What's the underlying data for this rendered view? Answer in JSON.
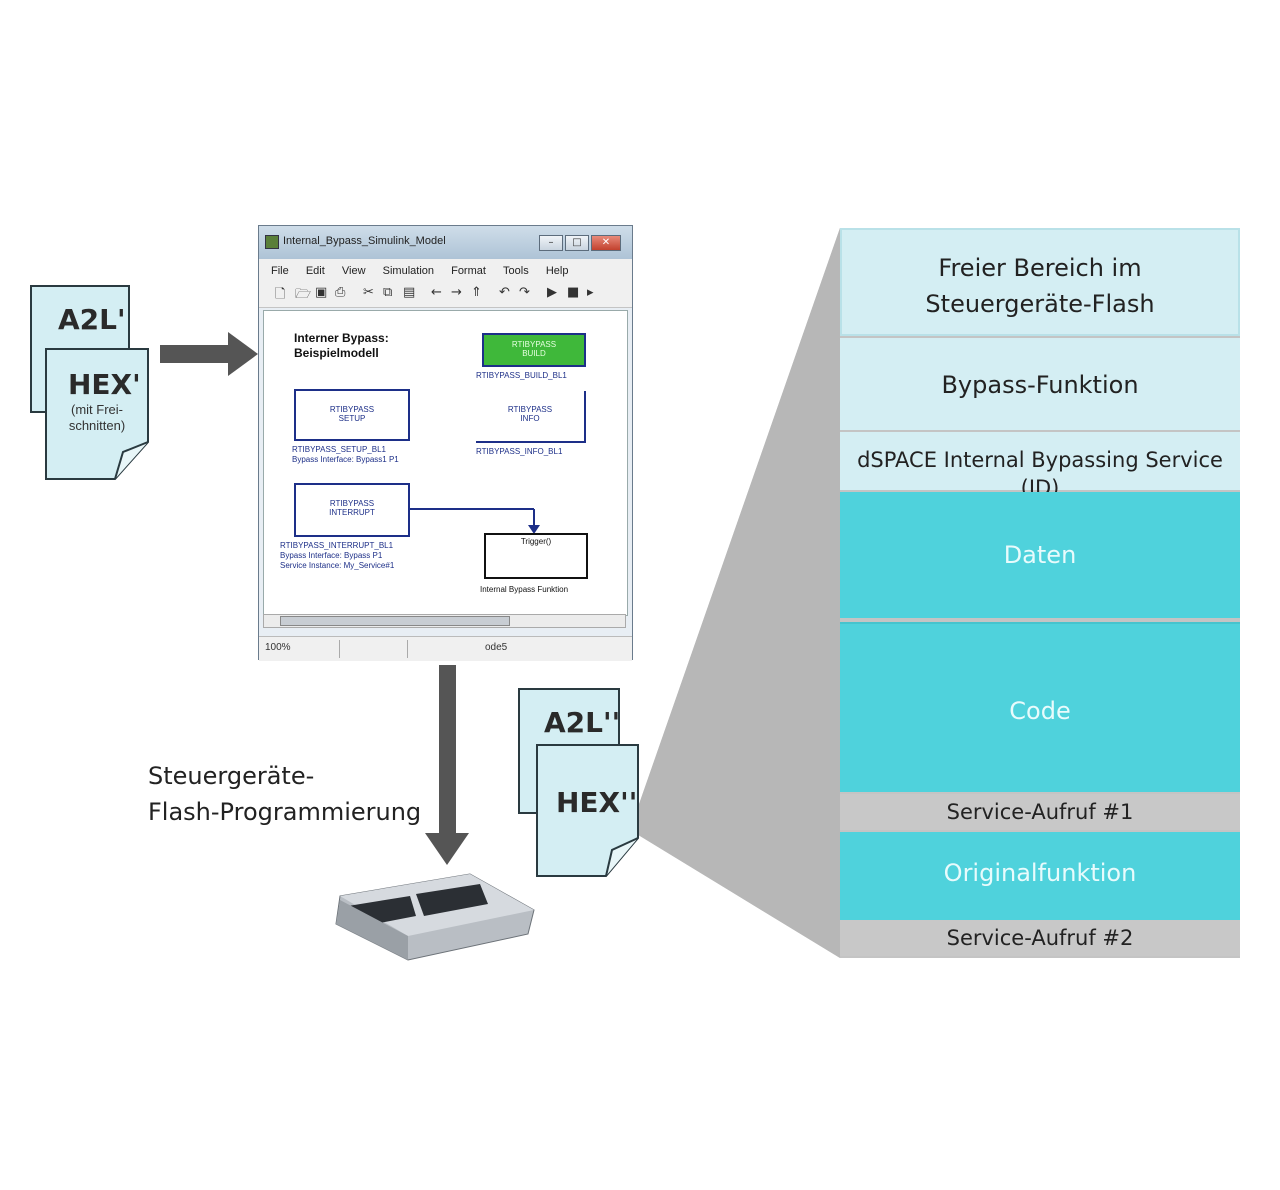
{
  "doc_left": {
    "a2l": "A2L'",
    "hex": "HEX'",
    "hex_sub": "(mit Frei-\nschnitten)"
  },
  "doc_right": {
    "a2l": "A2L''",
    "hex": "HEX''"
  },
  "window": {
    "title": "Internal_Bypass_Simulink_Model",
    "menu": [
      "File",
      "Edit",
      "View",
      "Simulation",
      "Format",
      "Tools",
      "Help"
    ],
    "model_title": "Interner Bypass:\nBeispielmodell",
    "blocks": {
      "build": "RTIBYPASS\nBUILD",
      "build_caption": "RTIBYPASS_BUILD_BL1",
      "setup": "RTIBYPASS\nSETUP",
      "setup_caption": "RTIBYPASS_SETUP_BL1\nBypass Interface: Bypass1 P1",
      "info": "RTIBYPASS\nINFO",
      "info_caption": "RTIBYPASS_INFO_BL1",
      "interrupt": "RTIBYPASS\nINTERRUPT",
      "interrupt_caption": "RTIBYPASS_INTERRUPT_BL1\nBypass Interface: Bypass P1\nService Instance: My_Service#1",
      "trigger": "Trigger()",
      "trigger_caption": "Internal Bypass Funktion"
    },
    "status_zoom": "100%",
    "status_solver": "ode5"
  },
  "flash_label": "Steuergeräte-\nFlash-Programmierung",
  "memory": [
    {
      "label": "Freier Bereich im\nSteuergeräte-Flash",
      "style": "light"
    },
    {
      "label": "Bypass-Funktion",
      "style": "light"
    },
    {
      "label": "dSPACE Internal Bypassing Service (ID)",
      "style": "light"
    },
    {
      "label": "Daten",
      "style": "cyan"
    },
    {
      "label": "Code",
      "style": "cyan"
    },
    {
      "label": "Service-Aufruf #1",
      "style": "grey"
    },
    {
      "label": "Originalfunktion",
      "style": "cyan"
    },
    {
      "label": "Service-Aufruf #2",
      "style": "grey"
    }
  ],
  "colors": {
    "light": "#d4eef3",
    "cyan": "#4fd2dc",
    "grey": "#c8c8c8",
    "arrow": "#555555",
    "build_block": "#3fb83a"
  }
}
